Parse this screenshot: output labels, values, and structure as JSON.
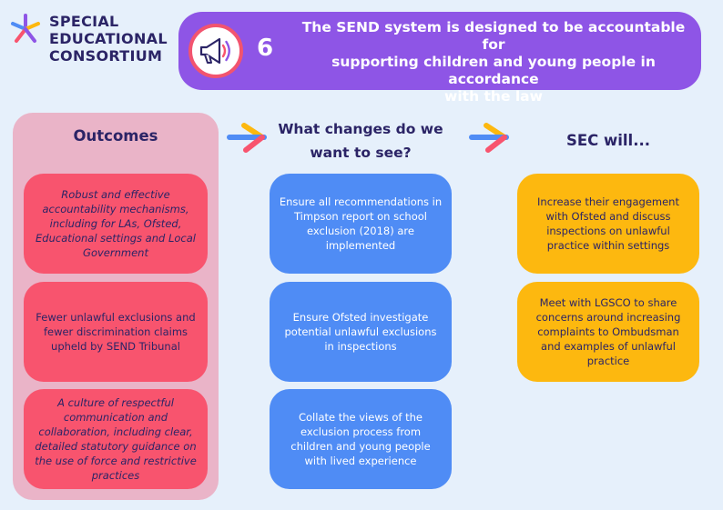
{
  "logo": {
    "line1": "SPECIAL",
    "line2": "EDUCATIONAL",
    "line3": "CONSORTIUM",
    "colors": [
      "#f8546e",
      "#fdb80f",
      "#4f8cf5",
      "#8e55e6"
    ]
  },
  "banner": {
    "icon": "megaphone-icon",
    "number": "6",
    "line1": "The SEND system is designed to be accountable for",
    "line2": "supporting children and young people in accordance",
    "line3": "with the law",
    "color": "#8e55e6"
  },
  "outcomes": {
    "heading": "Outcomes",
    "items": [
      "Robust and effective accountability mechanisms, including for LAs, Ofsted, Educational settings and Local Government",
      "Fewer unlawful exclusions and fewer discrimination claims upheld by SEND Tribunal",
      "A culture of respectful communication and collaboration, including clear, detailed statutory guidance on the use of force and restrictive practices"
    ]
  },
  "changes": {
    "heading_line1": "What changes do we",
    "heading_line2": "want to see?",
    "items": [
      "Ensure all recommendations in Timpson report on school exclusion (2018) are implemented",
      "Ensure Ofsted investigate potential unlawful exclusions in inspections",
      "Collate the views of the exclusion process from children and young people with lived experience"
    ]
  },
  "sec": {
    "heading": "SEC will...",
    "items": [
      "Increase their engagement with Ofsted and discuss inspections on unlawful practice within settings",
      "Meet with LGSCO to share concerns around increasing complaints to Ombudsman and examples of unlawful practice"
    ]
  },
  "colors": {
    "outcome_card": "#f8546e",
    "outcome_panel": "#eab4c8",
    "change_card": "#4f8cf5",
    "sec_card": "#fdb80f",
    "text": "#2b2466"
  }
}
